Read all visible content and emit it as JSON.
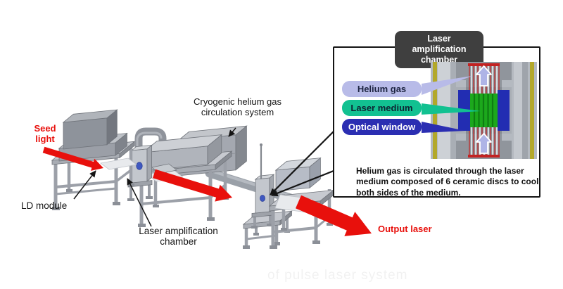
{
  "figure": {
    "labels": {
      "seed_light": "Seed\nlight",
      "ld_module": "LD module",
      "cryo_system": "Cryogenic helium gas\ncirculation system",
      "amp_chamber": "Laser amplification\nchamber",
      "output_laser": "Output laser"
    },
    "inset": {
      "title": "Laser\namplification\nchamber",
      "tags": {
        "helium_gas": "Helium gas",
        "laser_medium": "Laser medium",
        "optical_window": "Optical window"
      },
      "caption": "Helium gas is circulated through the laser\nmedium composed of 6 ceramic discs to cool\nboth sides of the medium."
    },
    "watermark": "of pulse laser system",
    "colors": {
      "arrow_red": "#e8100c",
      "helium_tag_bg": "#b8bbe8",
      "laser_medium_tag_bg": "#12c191",
      "optical_window_tag_bg": "#2b2eb2",
      "title_badge_bg": "#3f3f3f",
      "laser_medium_fill": "#1ca81c",
      "optical_window_fill": "#222db2",
      "helium_flow_arrow_fill": "#aeb4e6",
      "yellow_strip": "#b3a82a"
    },
    "icons": {
      "helium_flow_arrows": "up-block-arrow",
      "cryo_pointer": "thin-down-left-arrow",
      "callout_pointers": "thin-black-arrow"
    }
  }
}
